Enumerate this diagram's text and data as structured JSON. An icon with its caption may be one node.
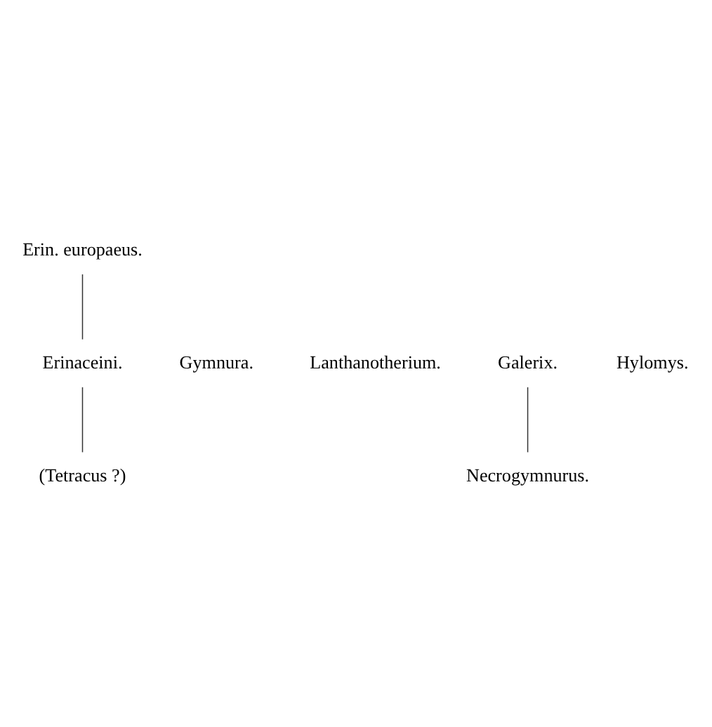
{
  "diagram": {
    "nodes": [
      {
        "text": [
          "Erin. europaeus."
        ]
      },
      {
        "text": [
          "Erinaceini."
        ]
      },
      {
        "text": [
          "Gymnura."
        ]
      },
      {
        "text": [
          "Lanthanotherium."
        ]
      },
      {
        "text": [
          "(Tetracus ?)"
        ]
      },
      {
        "text": [
          "Galerix."
        ]
      },
      {
        "text": [
          "Hylomys."
        ]
      },
      {
        "text": [
          "Necrogymnurus."
        ]
      }
    ],
    "edges": [
      {
        "from": 1,
        "to": 0,
        "arrow": "none"
      },
      {
        "from": 4,
        "to": 1,
        "arrow": "none"
      },
      {
        "from": 7,
        "to": 5,
        "arrow": "none"
      }
    ]
  }
}
